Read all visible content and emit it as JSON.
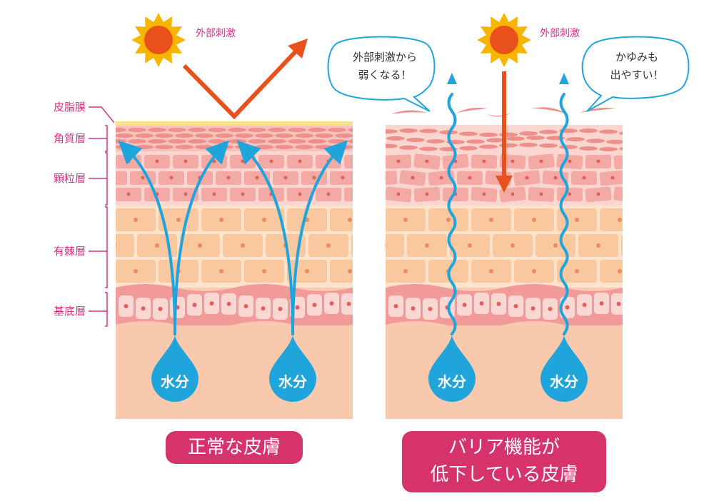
{
  "layers": {
    "sebum": "皮脂膜",
    "stratum_corneum": "角質層",
    "granular": "顆粒層",
    "spinous": "有棘層",
    "basal": "基底層"
  },
  "left_panel": {
    "stimulus_label": "外部刺激",
    "water_labels": [
      "水分",
      "水分"
    ],
    "caption": "正常な皮膚"
  },
  "right_panel": {
    "stimulus_label": "外部刺激",
    "bubble_left": [
      "外部刺激から",
      "弱くなる！"
    ],
    "bubble_right": [
      "かゆみも",
      "出やすい！"
    ],
    "water_labels": [
      "水分",
      "水分"
    ],
    "caption_lines": [
      "バリア機能が",
      "低下している皮膚"
    ]
  },
  "colors": {
    "label_pink": "#d63384",
    "caption_magenta": "#d6336c",
    "water_blue": "#1fa5dc",
    "stimulus_orange": "#e8501c",
    "sun_yellow": "#f7b500",
    "sun_core": "#e8501c"
  },
  "icons": [
    "sun-icon",
    "water-drop-icon",
    "arrow-icon",
    "speech-bubble-icon"
  ]
}
